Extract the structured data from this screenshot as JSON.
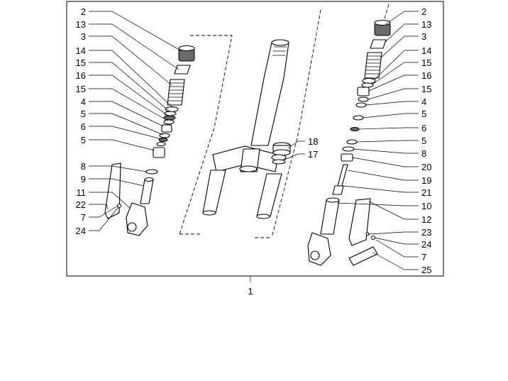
{
  "diagram": {
    "assembly_label": "1",
    "left_labels": [
      "2",
      "13",
      "3",
      "14",
      "15",
      "16",
      "15",
      "4",
      "5",
      "6",
      "5",
      "8",
      "9",
      "11",
      "22",
      "7",
      "24"
    ],
    "right_labels": [
      "2",
      "13",
      "3",
      "14",
      "15",
      "16",
      "15",
      "4",
      "5",
      "6",
      "5",
      "8",
      "20",
      "19",
      "21",
      "10",
      "12",
      "23",
      "24",
      "7",
      "25"
    ],
    "center_labels": [
      "18",
      "17"
    ]
  }
}
